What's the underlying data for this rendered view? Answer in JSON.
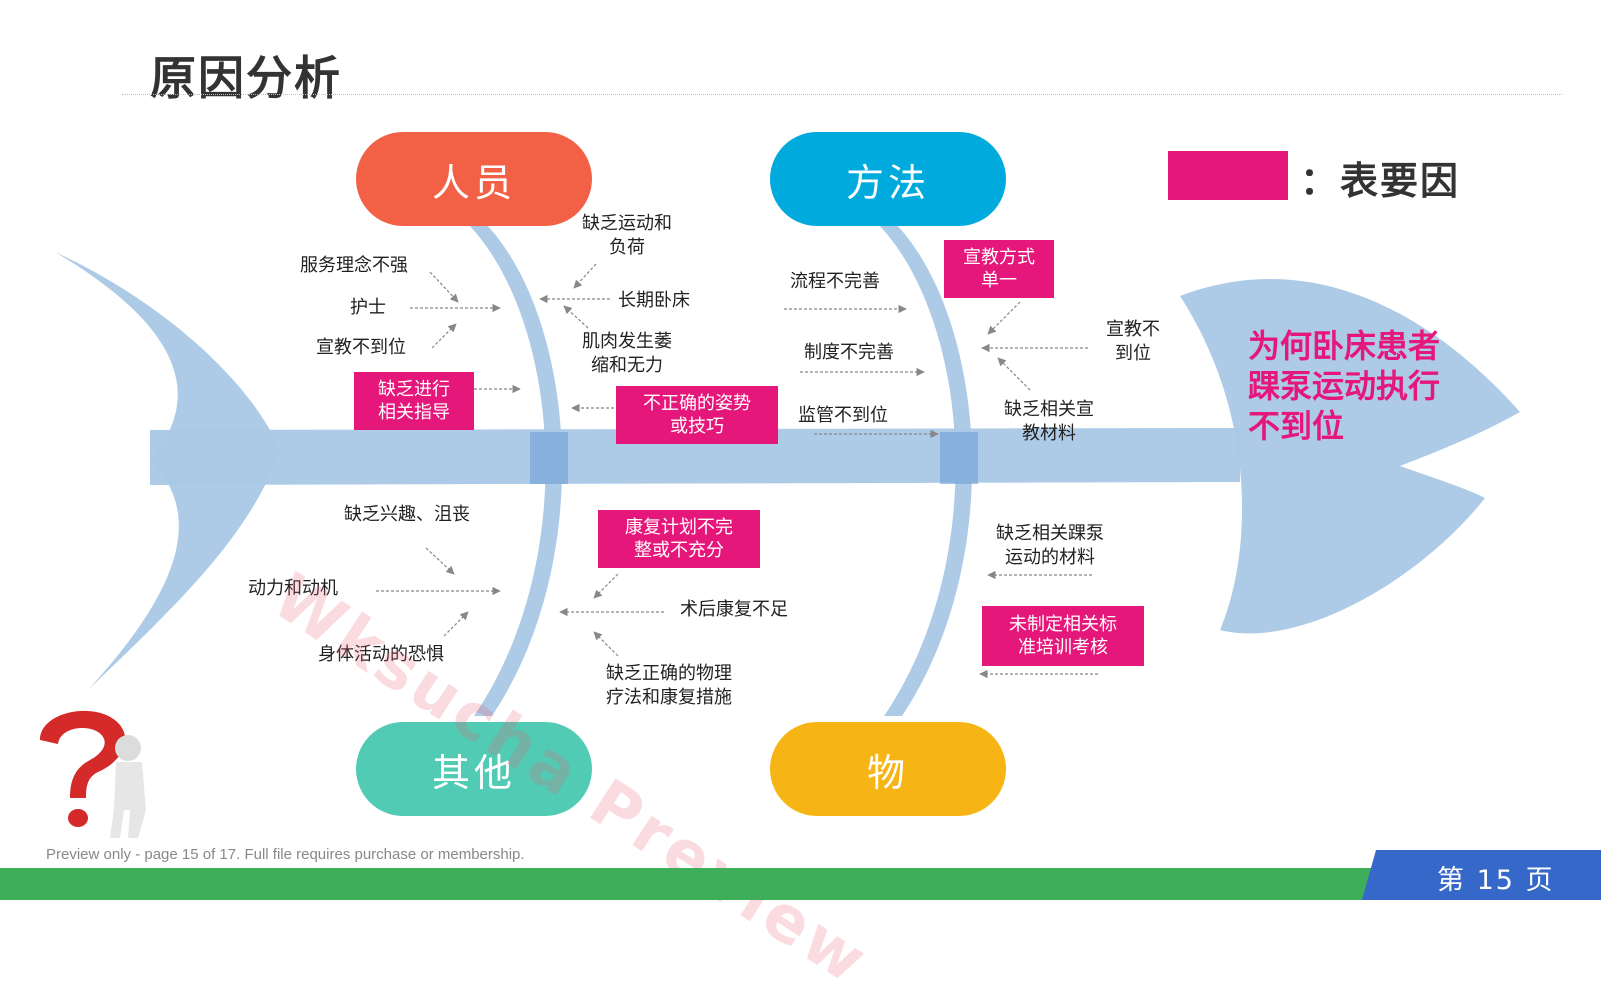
{
  "title": "原因分析",
  "legend": {
    "text": "：表要因",
    "key_color": "#e6177a"
  },
  "head": "为何卧床患者\n踝泵运动执行\n不到位",
  "categories": {
    "people": {
      "label": "人员",
      "color": "#f26145"
    },
    "method": {
      "label": "方法",
      "color": "#00aadd"
    },
    "other": {
      "label": "其他",
      "color": "#52cbb4"
    },
    "material": {
      "label": "物",
      "color": "#f7b515"
    }
  },
  "causes": {
    "people": {
      "service": "服务理念不强",
      "nurse": "护士",
      "education": "宣教不到位",
      "guidance": "缺乏进行\n相关指导",
      "exercise_load": "缺乏运动和\n负荷",
      "bedridden": "长期卧床",
      "atrophy": "肌肉发生萎\n缩和无力",
      "posture": "不正确的姿势\n或技巧"
    },
    "method": {
      "process": "流程不完善",
      "system": "制度不完善",
      "supervision": "监管不到位",
      "single_mode": "宣教方式\n单一",
      "edu_insufficient": "宣教不\n到位",
      "edu_material": "缺乏相关宣\n教材料"
    },
    "other": {
      "interest": "缺乏兴趣、沮丧",
      "motivation": "动力和动机",
      "fear": "身体活动的恐惧",
      "rehab_plan": "康复计划不完\n整或不充分",
      "postop": "术后康复不足",
      "physio": "缺乏正确的物理\n疗法和康复措施"
    },
    "material": {
      "pump_material": "缺乏相关踝泵\n运动的材料",
      "training": "未制定相关标\n准培训考核"
    }
  },
  "watermark": "Wksucha Preview",
  "footer_note": "Preview only - page 15 of 17. Full file requires purchase or membership.",
  "page_number": "第 15 页"
}
